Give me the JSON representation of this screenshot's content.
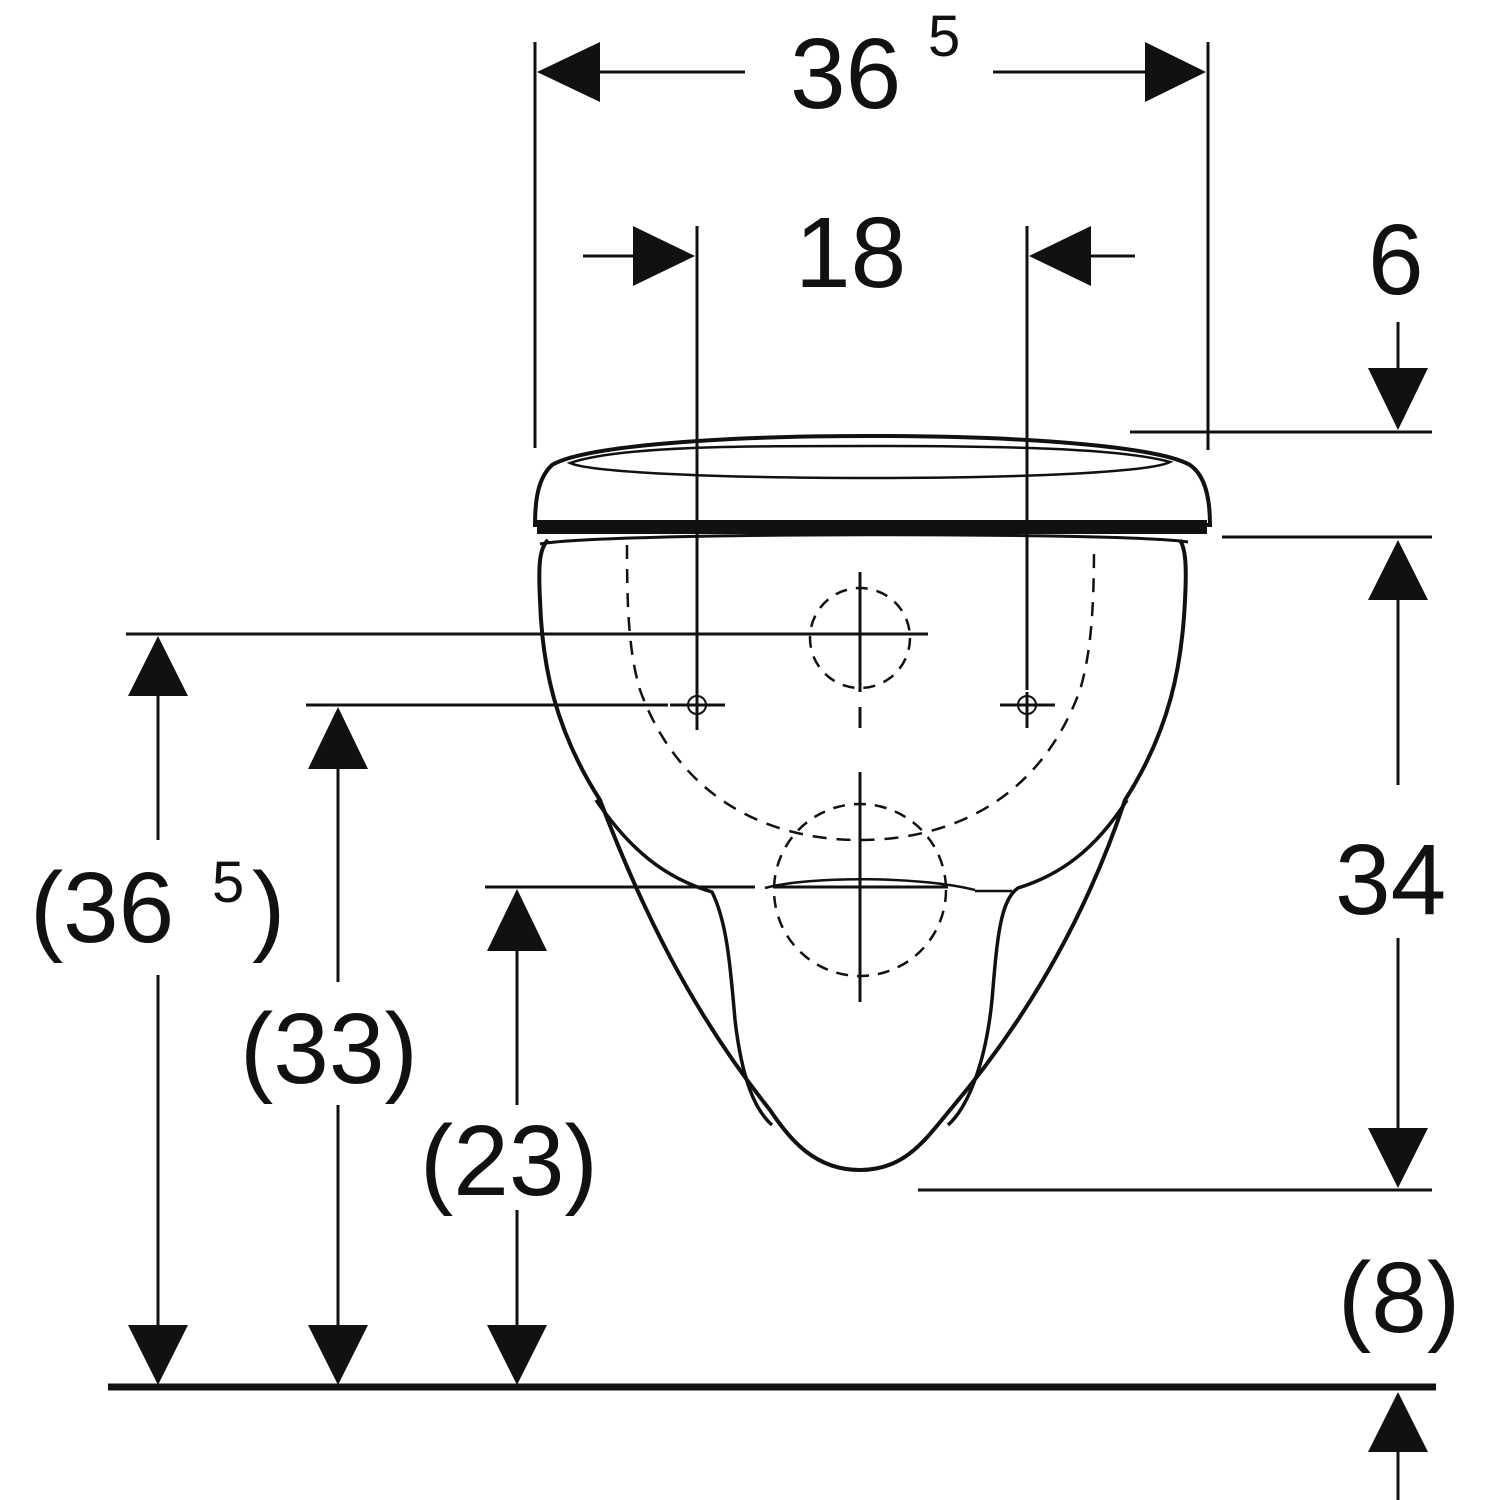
{
  "colors": {
    "line": "#111111",
    "background": "#ffffff"
  },
  "dimensions": {
    "overall_width": {
      "main": "36",
      "sup": "5"
    },
    "fixing_spacing": "18",
    "seat_offset": "6",
    "bowl_height": "34",
    "left_height": {
      "open": "(",
      "main": "36",
      "sup": "5",
      "close": ")"
    },
    "fixing_height": "(33)",
    "outlet_height": "(23)",
    "bottom_clearance": "(8)"
  }
}
